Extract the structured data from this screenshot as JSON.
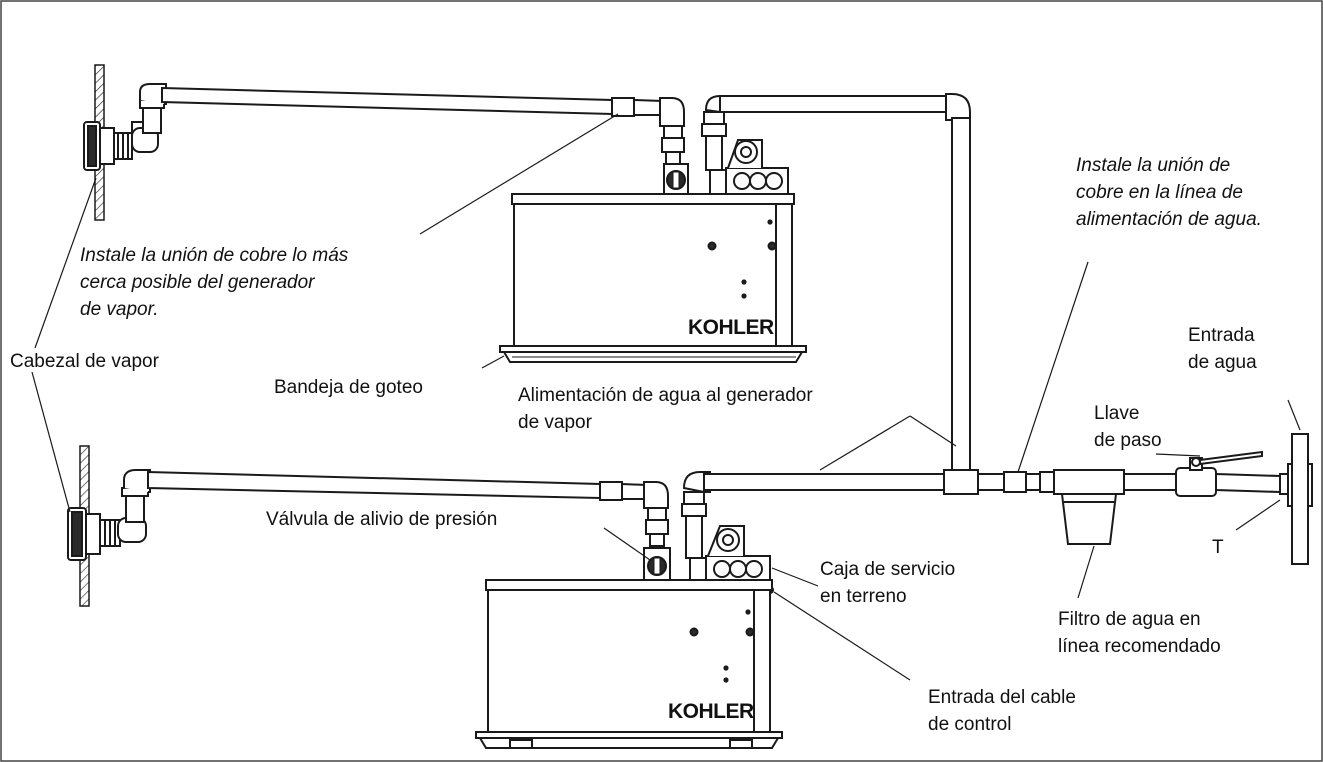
{
  "labels": {
    "copper_near": [
      "Instale la unión de cobre lo más",
      "cerca posible del generador",
      "de vapor."
    ],
    "copper_line": [
      "Instale la unión de",
      "cobre en la línea de",
      "alimentación de agua."
    ],
    "steam_head": "Cabezal de vapor",
    "drip_tray": "Bandeja de goteo",
    "water_feed": [
      "Alimentación de agua al generador",
      "de vapor"
    ],
    "water_inlet": [
      "Entrada",
      "de agua"
    ],
    "shutoff_valve": [
      "Llave",
      "de paso"
    ],
    "tee": "T",
    "relief_valve": "Válvula de alivio de presión",
    "service_box": [
      "Caja de servicio",
      "en terreno"
    ],
    "water_filter": [
      "Filtro de agua en",
      "línea recomendado"
    ],
    "control_cable": [
      "Entrada del cable",
      "de control"
    ]
  },
  "brand": {
    "logo": "KOHLER"
  },
  "colors": {
    "line": "#1a1a1a",
    "fill": "#ffffff",
    "shade": "#d9d9d9",
    "dark": "#2a2a2a"
  }
}
